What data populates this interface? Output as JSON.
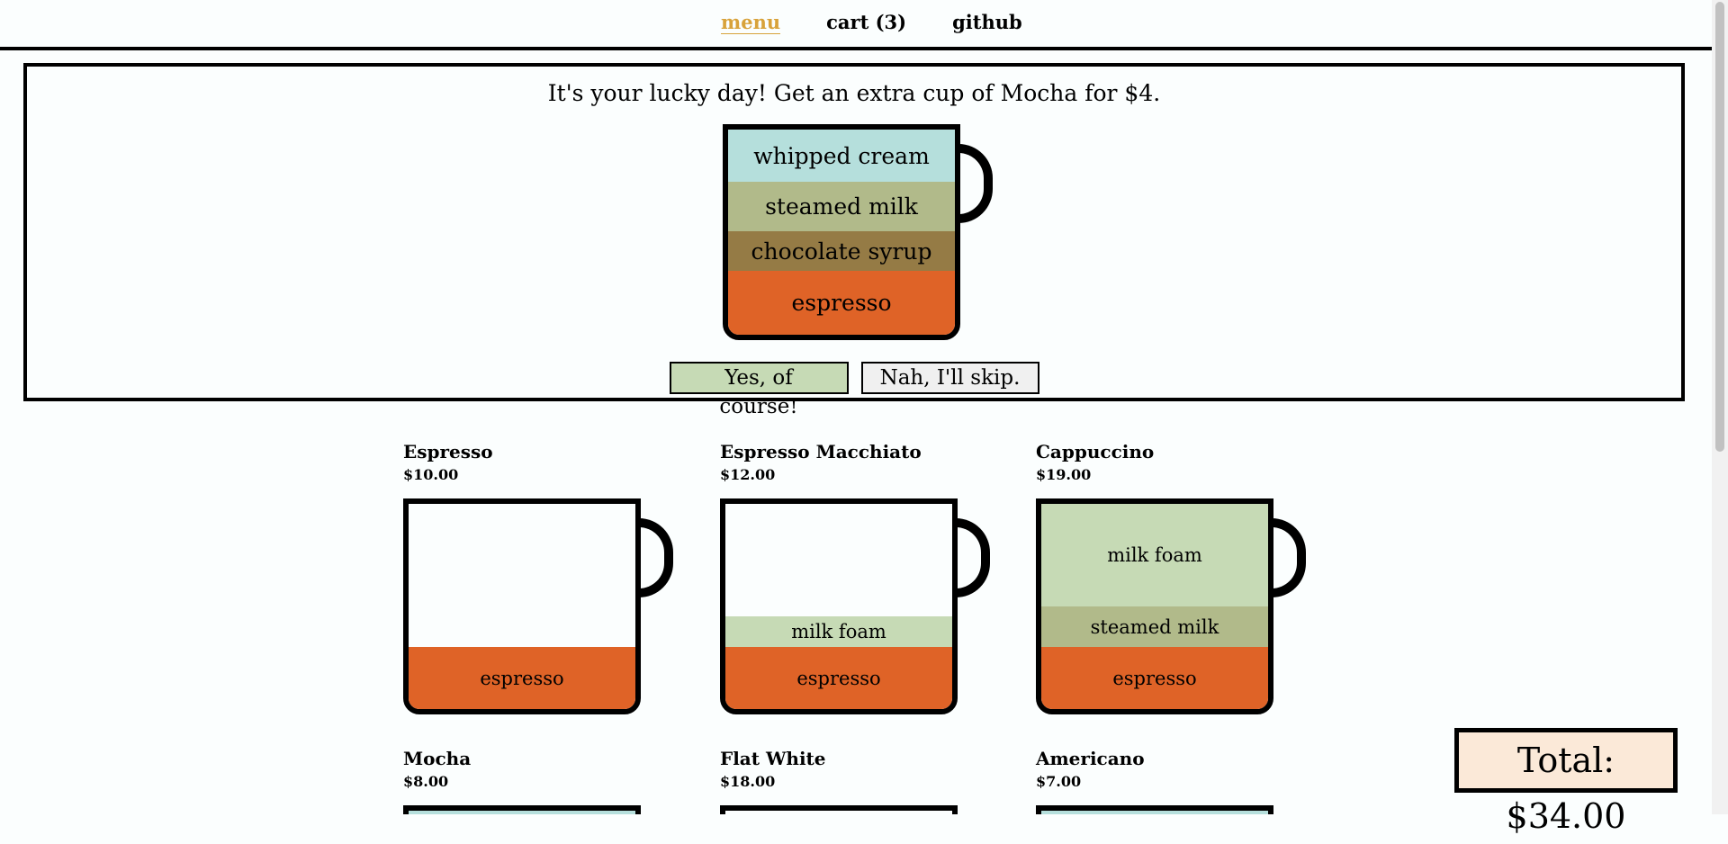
{
  "nav": {
    "menu": "menu",
    "cart": "cart (3)",
    "github": "github"
  },
  "promo": {
    "message": "It's your lucky day! Get an extra cup of Mocha for $4.",
    "layers": [
      "whipped cream",
      "steamed milk",
      "chocolate syrup",
      "espresso"
    ],
    "yes_label": "Yes, of course!",
    "no_label": "Nah, I'll skip."
  },
  "products": [
    {
      "name": "Espresso",
      "price": "$10.00",
      "layers": [
        "espresso"
      ]
    },
    {
      "name": "Espresso Macchiato",
      "price": "$12.00",
      "layers": [
        "milk foam",
        "espresso"
      ]
    },
    {
      "name": "Cappuccino",
      "price": "$19.00",
      "layers": [
        "milk foam",
        "steamed milk",
        "espresso"
      ]
    },
    {
      "name": "Mocha",
      "price": "$8.00"
    },
    {
      "name": "Flat White",
      "price": "$18.00"
    },
    {
      "name": "Americano",
      "price": "$7.00"
    }
  ],
  "total": "Total: $34.00",
  "colors": {
    "espresso": "#df6327",
    "milk_foam": "#c6dab5",
    "steamed_milk": "#b1ba8a",
    "chocolate_syrup": "#957b45",
    "whipped_cream": "#b5dfdc",
    "accent": "#d8a23a",
    "total_bg": "#fbe9d8"
  }
}
